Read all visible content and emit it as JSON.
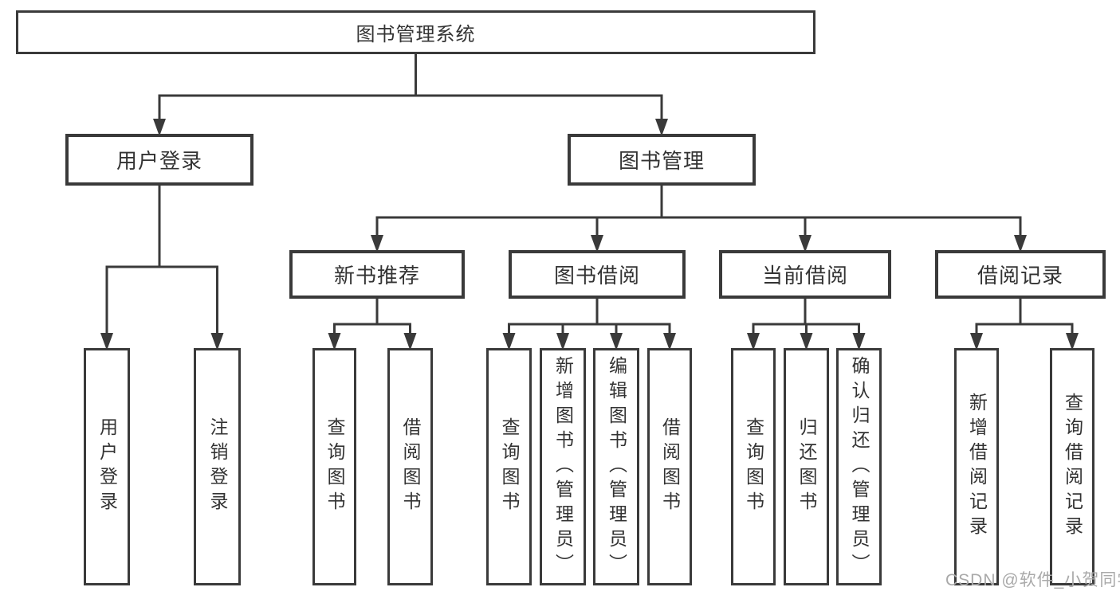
{
  "nodes": {
    "root": "图书管理系统",
    "user_login": "用户登录",
    "book_management": "图书管理",
    "new_book_recommend": "新书推荐",
    "book_borrow": "图书借阅",
    "current_borrow": "当前借阅",
    "borrow_records": "借阅记录",
    "leaf_user_login": "用户登录",
    "leaf_logout": "注销登录",
    "leaf_nb_query": "查询图书",
    "leaf_nb_borrow": "借阅图书",
    "leaf_bb_query": "查询图书",
    "leaf_bb_add": "新增图书（管理员）",
    "leaf_bb_edit": "编辑图书（管理员）",
    "leaf_bb_borrow": "借阅图书",
    "leaf_cb_query": "查询图书",
    "leaf_cb_return": "归还图书",
    "leaf_cb_confirm": "确认归还（管理员）",
    "leaf_br_add": "新增借阅记录",
    "leaf_br_query": "查询借阅记录"
  },
  "watermark": "CSDN @软件_小贺同学",
  "colors": {
    "line": "#3a3a3a",
    "text": "#333333",
    "watermark": "#a9a9a9",
    "background": "#ffffff"
  }
}
